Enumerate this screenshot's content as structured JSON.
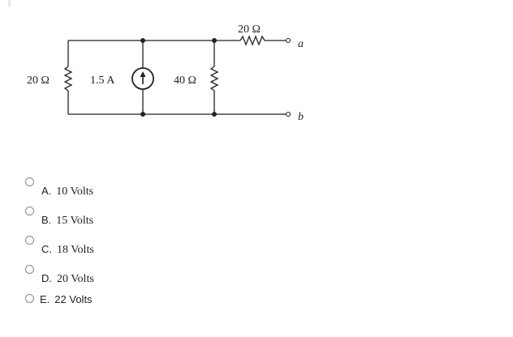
{
  "circuit": {
    "left_resistor_label": "20 Ω",
    "current_source_label": "1.5 A",
    "middle_resistor_label": "40 Ω",
    "top_resistor_label": "20 Ω",
    "terminal_a": "a",
    "terminal_b": "b"
  },
  "options": [
    {
      "letter": "A.",
      "text": "10 Volts"
    },
    {
      "letter": "B.",
      "text": "15 Volts"
    },
    {
      "letter": "C.",
      "text": "18 Volts"
    },
    {
      "letter": "D.",
      "text": "20 Volts"
    },
    {
      "letter": "E.",
      "text": "22 Volts"
    }
  ],
  "colors": {
    "wire": "#222222",
    "radio_border": "#8a8a8a"
  }
}
